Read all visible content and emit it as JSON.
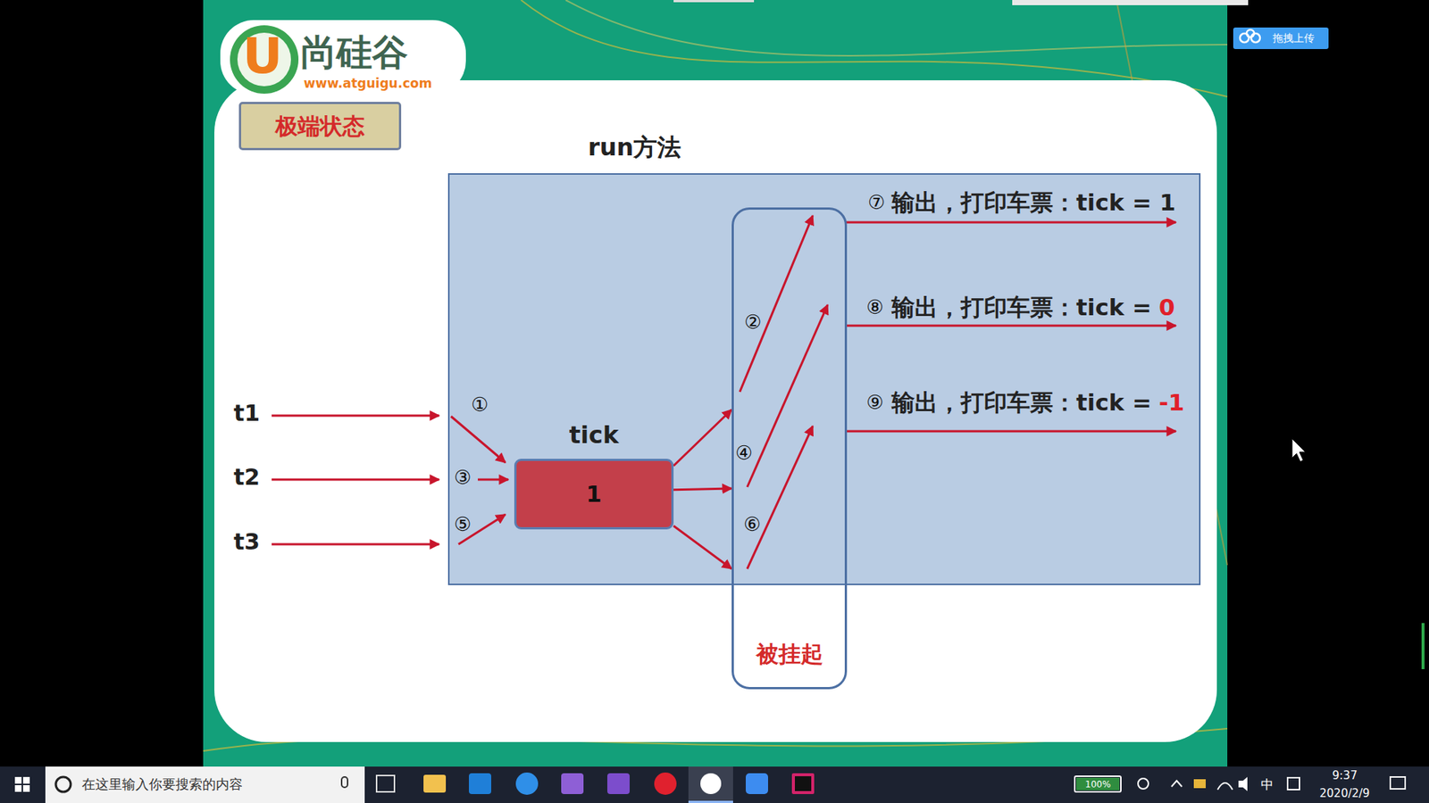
{
  "diagram": {
    "nodes": [
      {
        "text": [
          "极端状态"
        ]
      },
      {
        "text": [
          "run方法"
        ]
      },
      {
        "text": [
          "tick",
          "1"
        ],
        "in": 1
      },
      {
        "text": [
          "被挂起"
        ]
      }
    ],
    "edges": [
      {
        "from": 2,
        "to": 3,
        "arrow": "to"
      },
      {
        "from": 2,
        "to": 3,
        "arrow": "to"
      },
      {
        "from": 2,
        "to": 3,
        "arrow": "to"
      }
    ],
    "labels": [
      "U",
      "尚硅谷",
      "www.atguigu.com",
      "t1",
      "t2",
      "t3",
      "①",
      "②",
      "③",
      "④",
      "⑤",
      "⑥",
      "⑦",
      "输出，打印车票：tick = 1",
      "⑧",
      "输出，打印车票：tick =",
      "0",
      "⑨",
      "输出，打印车票：tick =",
      "-1",
      "拖拽上传",
      "在这里输入你要搜索的内容",
      "100%",
      "中",
      "9:37",
      "2020/2/9"
    ]
  }
}
